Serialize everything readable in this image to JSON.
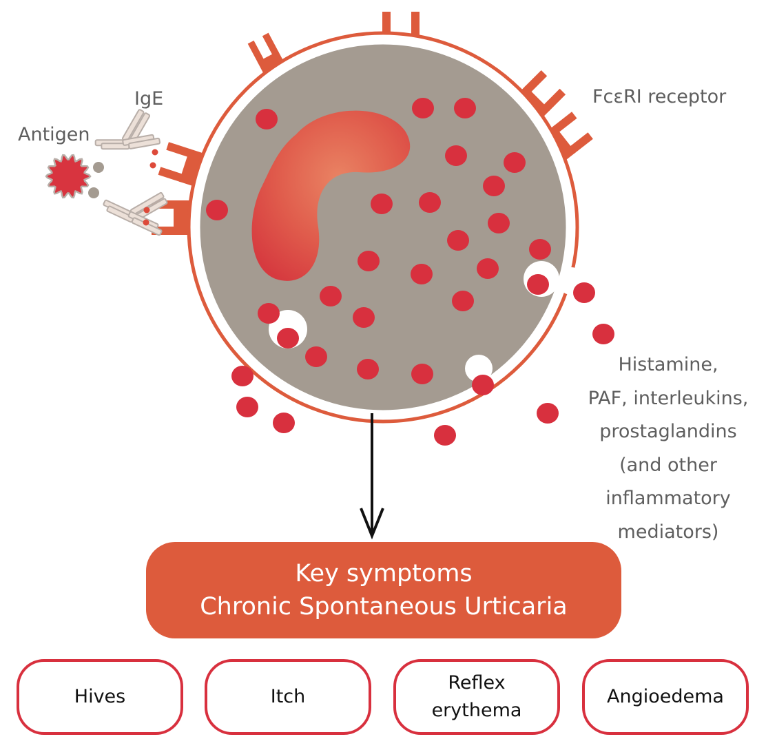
{
  "labels": {
    "ige": "IgE",
    "antigen": "Antigen",
    "receptor": "FcεRI receptor",
    "mediators": [
      "Histamine,",
      "PAF, interleukins,",
      "prostaglandins",
      "(and other",
      "inflammatory",
      "mediators)"
    ]
  },
  "key_box": {
    "line1": "Key symptoms",
    "line2": "Chronic Spontaneous Urticaria"
  },
  "symptoms": [
    {
      "label": "Hives"
    },
    {
      "label": "Itch"
    },
    {
      "label": "Reflex\nerythema"
    },
    {
      "label": "Angioedema"
    }
  ],
  "colors": {
    "membrane": "#dd5b3c",
    "cytoplasm": "#a49b91",
    "granule": "#d8303e",
    "nucleus": "#e0514a",
    "antigen": "#d8343f",
    "antibody": "#ece0d8",
    "box_fill": "#dd5b3c",
    "symptom_border": "#d8303e",
    "text_gray": "#5e5e5e"
  }
}
